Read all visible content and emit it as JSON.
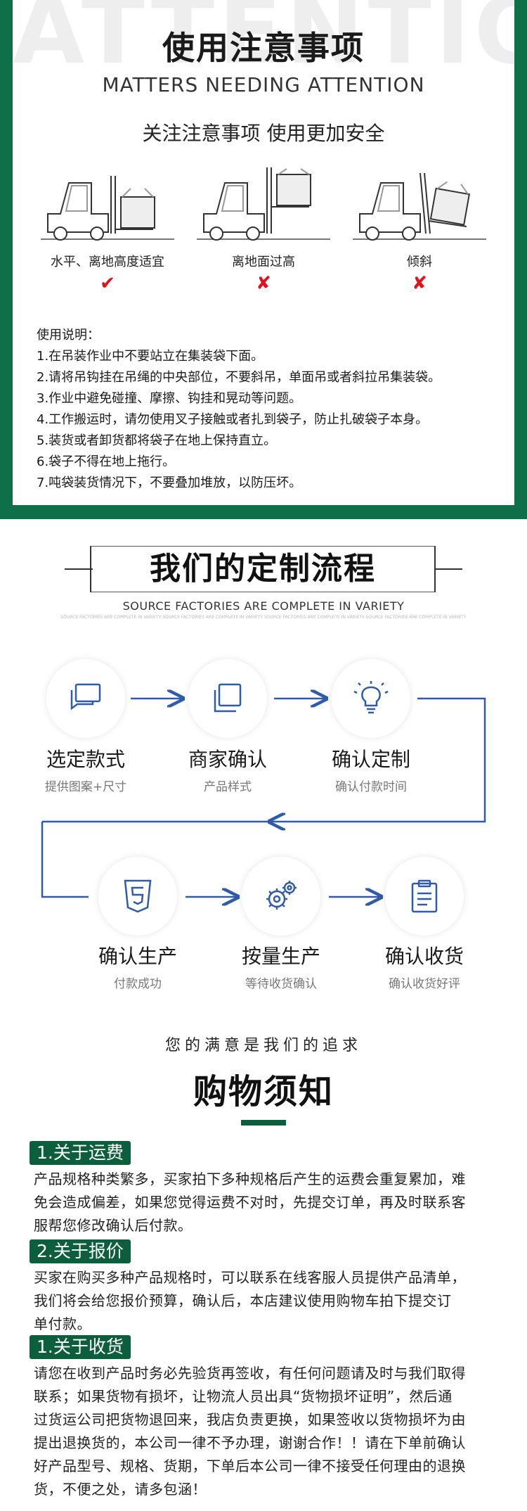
{
  "attention": {
    "watermark": "ATTENTION",
    "title": "使用注意事项",
    "subtitle": "MATTERS NEEDING ATTENTION",
    "tagline": "关注注意事项 使用更加安全",
    "diagrams": [
      {
        "label": "水平、离地高度适宜",
        "mark": "✔"
      },
      {
        "label": "离地面过高",
        "mark": "✘"
      },
      {
        "label": "倾斜",
        "mark": "✘"
      }
    ],
    "instructions_heading": "使用说明：",
    "instructions": [
      "1.在吊装作业中不要站立在集装袋下面。",
      "2.请将吊钩挂在吊绳的中央部位，不要斜吊，单面吊或者斜拉吊集装袋。",
      "3.作业中避免碰撞、摩擦、钩挂和晃动等问题。",
      "4.工作搬运时，请勿使用叉子接触或者扎到袋子，防止扎破袋子本身。",
      "5.装货或者卸货都将袋子在地上保持直立。",
      "6.袋子不得在地上拖行。",
      "7.吨袋装货情况下，不要叠加堆放，以防压坏。"
    ],
    "colors": {
      "frame": "#0f6f48",
      "check": "#e0141e"
    }
  },
  "process": {
    "title": "我们的定制流程",
    "subtitle": "SOURCE FACTORIES ARE COMPLETE IN VARIETY",
    "tiny_text": "SOURCE FACTORIES ARE COMPLETE IN VARIETY SOURCE FACTORIES ARE COMPLETE IN VARIETY SOURCE FACTORIES ARE COMPLETE IN VARIETY SOURCE FACTORIES ARE COMPLETE IN VARIETY",
    "steps": [
      {
        "title": "选定款式",
        "sub": "提供图案+尺寸",
        "icon": "chat-bubbles-icon"
      },
      {
        "title": "商家确认",
        "sub": "产品样式",
        "icon": "copy-icon"
      },
      {
        "title": "确认定制",
        "sub": "确认付款时间",
        "icon": "lightbulb-icon"
      },
      {
        "title": "确认生产",
        "sub": "付款成功",
        "icon": "html5-shield-icon"
      },
      {
        "title": "按量生产",
        "sub": "等待收货确认",
        "icon": "gears-icon"
      },
      {
        "title": "确认收货",
        "sub": "确认收货好评",
        "icon": "clipboard-icon"
      }
    ],
    "colors": {
      "accent": "#2f5ba8"
    }
  },
  "notice": {
    "satisfaction": "您的满意是我们的追求",
    "title": "购物须知",
    "sections": [
      {
        "badge": "1.关于运费",
        "lines": [
          "产品规格种类繁多，买家拍下多种规格后产生的运费会重复累加，难",
          "免会造成偏差，如果您觉得运费不对时，先提交订单，再及时联系客",
          "服帮您修改确认后付款。"
        ]
      },
      {
        "badge": "2.关于报价",
        "lines": [
          "买家在购买多种产品规格时，可以联系在线客服人员提供产品清单，",
          "我们将会给您报价预算，确认后，本店建议使用购物车拍下提交订",
          "单付款。"
        ]
      },
      {
        "badge": "1.关于收货",
        "lines": [
          "请您在收到产品时务必先验货再签收，有任何问题请及时与我们取得",
          "联系；如果货物有损坏，让物流人员出具“货物损坏证明”，然后通",
          "过货运公司把货物退回来，我店负责更换，如果签收以货物损坏为由",
          "提出退换货的，本公司一律不予办理，谢谢合作！！请在下单前确认",
          "好产品型号、规格、货期，下单后本公司一律不接受任何理由的退换",
          "货，不便之处，请多包涵！"
        ]
      }
    ],
    "colors": {
      "badge": "#0d5e3c"
    }
  }
}
